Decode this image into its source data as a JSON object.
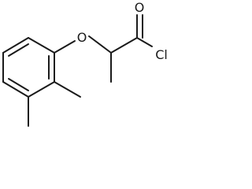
{
  "molecule": {
    "atoms": {
      "oxygen_ether": "O",
      "oxygen_carbonyl": "O",
      "chlorine": "Cl"
    }
  },
  "colors": {
    "bond": "#1a1a1a",
    "background": "#ffffff"
  }
}
